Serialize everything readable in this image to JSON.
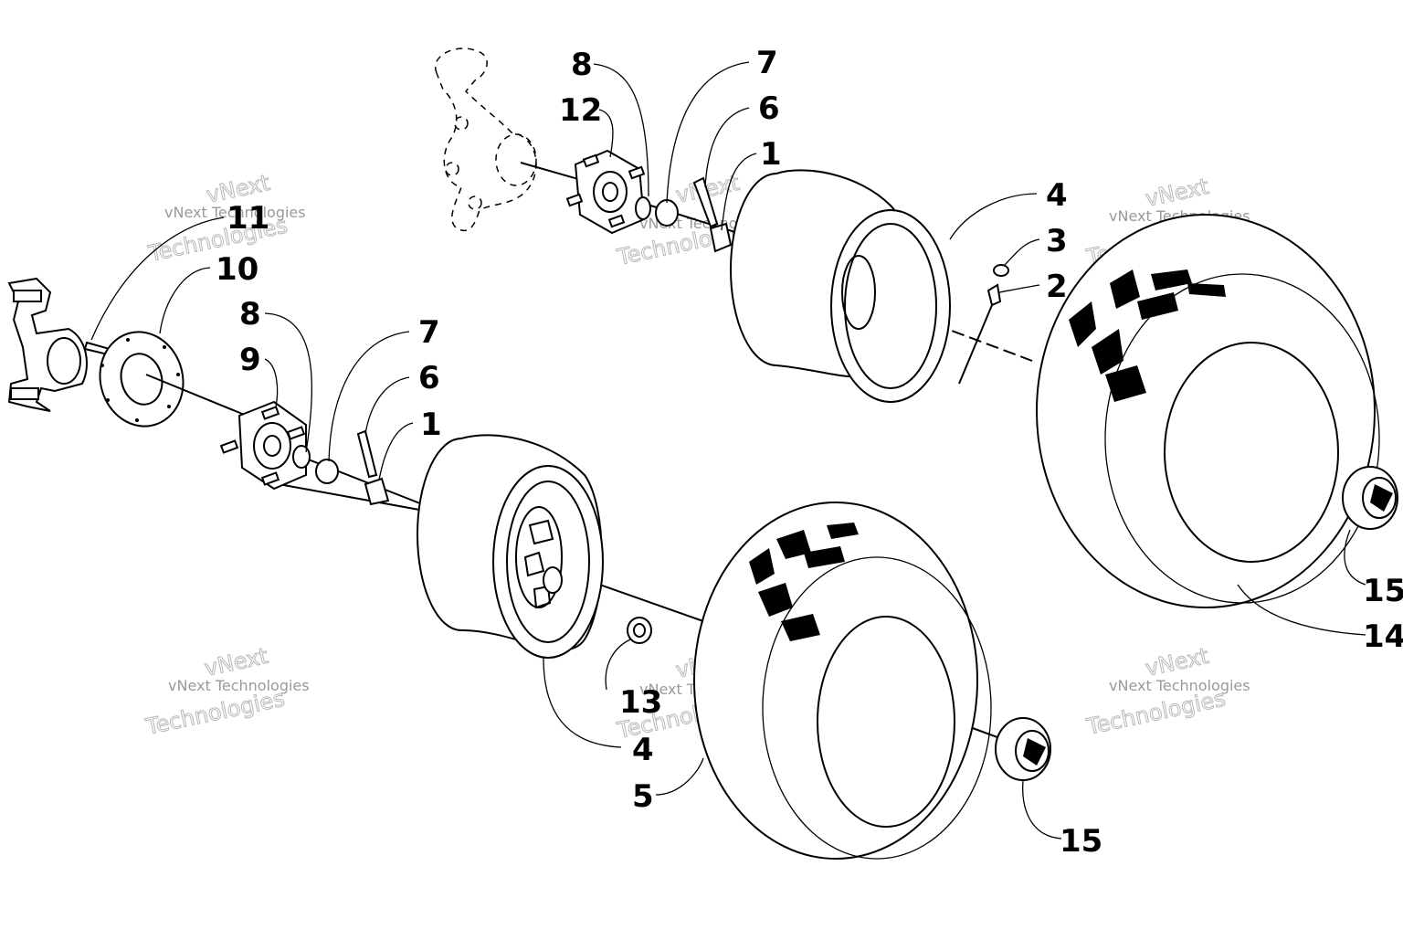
{
  "diagram": {
    "callouts": [
      "1",
      "2",
      "3",
      "4",
      "5",
      "6",
      "7",
      "8",
      "9",
      "10",
      "11",
      "12",
      "13",
      "14",
      "15"
    ],
    "watermark": {
      "line1": "vNext Technologies",
      "line2": "vNext",
      "line3": "Technologies"
    }
  }
}
